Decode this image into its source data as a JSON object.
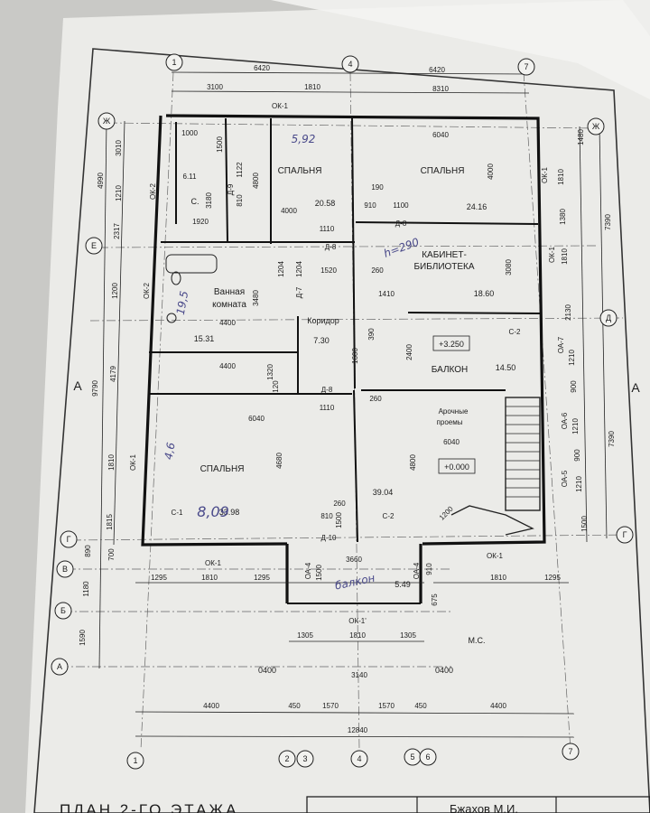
{
  "plan": {
    "title": "ПЛАН 2-ГО ЭТАЖА",
    "author": "Бжахов М.И."
  },
  "axes": {
    "vertical": [
      "1",
      "2",
      "3",
      "4",
      "5",
      "6",
      "7"
    ],
    "horizontal": [
      "Ж",
      "Е",
      "Д",
      "Г",
      "В",
      "Б",
      "А"
    ]
  },
  "rooms": [
    {
      "key": "bed1",
      "name": "СПАЛЬНЯ",
      "area": "20.58"
    },
    {
      "key": "bed2",
      "name": "СПАЛЬНЯ",
      "area": "24.16"
    },
    {
      "key": "office",
      "name": "КАБИНЕТ-\nБИБЛИОТЕКА",
      "area": "18.60"
    },
    {
      "key": "bath",
      "name": "Ванная\nкомната",
      "area": "15.31"
    },
    {
      "key": "corridor",
      "name": "Коридор",
      "area": "7.30"
    },
    {
      "key": "balcony",
      "name": "БАЛКОН",
      "area": "14.50"
    },
    {
      "key": "bed3",
      "name": "СПАЛЬНЯ",
      "area": "33.98"
    },
    {
      "key": "hall",
      "name": "",
      "area": "39.04"
    },
    {
      "key": "smallroom",
      "name": "",
      "area": "6.11"
    },
    {
      "key": "balcony2",
      "name": "",
      "area": "5.49"
    }
  ],
  "labels": {
    "arches": "Арочные\nпроемы",
    "level_upper": "+3.250",
    "level_lower": "+0.000",
    "c_top": "С.",
    "c1": "С-1",
    "c2_right": "С-2",
    "c2_bottom": "С-2",
    "section_left": "А",
    "section_right": "А",
    "ok1_top": "ОК-1",
    "ok1_bl": "ОК-1",
    "ok1_br": "ОК-1",
    "ok1_center": "ОК-1'",
    "ok1_left_side": "ОК-1",
    "ok2_a": "ОК-2",
    "ok2_b": "ОК-2",
    "ok1_right_a": "ОК-1",
    "ok1_right_b": "ОК-1",
    "d8_a": "Д-8",
    "d8_b": "Д-8",
    "d8_c": "Д-8",
    "d7": "Д-7",
    "d9": "Д-9",
    "d10": "Д-10",
    "oa4_a": "ОА-4",
    "oa4_b": "ОА-4",
    "oa5": "ОА-5",
    "oa6": "ОА-6",
    "oa7": "ОА-7",
    "ms": "М.С.",
    "o400_l": "0400",
    "o400_r": "0400"
  },
  "dims": {
    "top1": [
      "6420",
      "6420"
    ],
    "top2": [
      "3100",
      "1810",
      "8310"
    ],
    "bottom_inner": [
      "1295",
      "1810",
      "1295",
      "1810",
      "1295"
    ],
    "bottom_center": [
      "1305",
      "1810",
      "1305"
    ],
    "bottom_3140": "3140",
    "bottom_row": [
      "4400",
      "450",
      "1570",
      "1570",
      "450",
      "4400"
    ],
    "bottom_total": "12840",
    "left1": [
      "4990",
      "9790"
    ],
    "left2": [
      "3010",
      "1210",
      "2317",
      "1200",
      "4179",
      "1810",
      "1815"
    ],
    "left_lower": [
      "890",
      "1180",
      "1590",
      "700"
    ],
    "right1": [
      "7390",
      "7390"
    ],
    "right2": [
      "1480",
      "1810",
      "1380",
      "1810",
      "2130",
      "1210",
      "900",
      "1210",
      "900",
      "1210",
      "1500"
    ],
    "inner": [
      {
        "v": "1000",
        "k": "a"
      },
      {
        "v": "1500",
        "k": "b"
      },
      {
        "v": "1122",
        "k": "c"
      },
      {
        "v": "3180",
        "k": "d"
      },
      {
        "v": "4800",
        "k": "e"
      },
      {
        "v": "1920",
        "k": "f"
      },
      {
        "v": "810",
        "k": "g"
      },
      {
        "v": "4000",
        "k": "h"
      },
      {
        "v": "6040",
        "k": "i"
      },
      {
        "v": "4000",
        "k": "j"
      },
      {
        "v": "190",
        "k": "k"
      },
      {
        "v": "910",
        "k": "l"
      },
      {
        "v": "1100",
        "k": "m"
      },
      {
        "v": "1110",
        "k": "n"
      },
      {
        "v": "1204",
        "k": "o"
      },
      {
        "v": "1204",
        "k": "p"
      },
      {
        "v": "1520",
        "k": "q"
      },
      {
        "v": "260",
        "k": "r"
      },
      {
        "v": "3080",
        "k": "s"
      },
      {
        "v": "1410",
        "k": "t"
      },
      {
        "v": "3480",
        "k": "u"
      },
      {
        "v": "4400",
        "k": "v"
      },
      {
        "v": "390",
        "k": "w"
      },
      {
        "v": "2400",
        "k": "x"
      },
      {
        "v": "4400",
        "k": "y"
      },
      {
        "v": "1320",
        "k": "z"
      },
      {
        "v": "120",
        "k": "aa"
      },
      {
        "v": "1600",
        "k": "ab"
      },
      {
        "v": "1110",
        "k": "ac"
      },
      {
        "v": "260",
        "k": "ad"
      },
      {
        "v": "6040",
        "k": "ae"
      },
      {
        "v": "4680",
        "k": "af"
      },
      {
        "v": "6040",
        "k": "ag"
      },
      {
        "v": "4800",
        "k": "ah"
      },
      {
        "v": "260",
        "k": "ai"
      },
      {
        "v": "810",
        "k": "aj"
      },
      {
        "v": "1500",
        "k": "ak"
      },
      {
        "v": "1200",
        "k": "al"
      },
      {
        "v": "3660",
        "k": "am"
      },
      {
        "v": "1500",
        "k": "an"
      },
      {
        "v": "910",
        "k": "ao"
      },
      {
        "v": "675",
        "k": "ap"
      }
    ]
  },
  "handwritten": [
    "5,92",
    "h=290",
    "19,5",
    "4,6",
    "8,09",
    "балкон"
  ]
}
